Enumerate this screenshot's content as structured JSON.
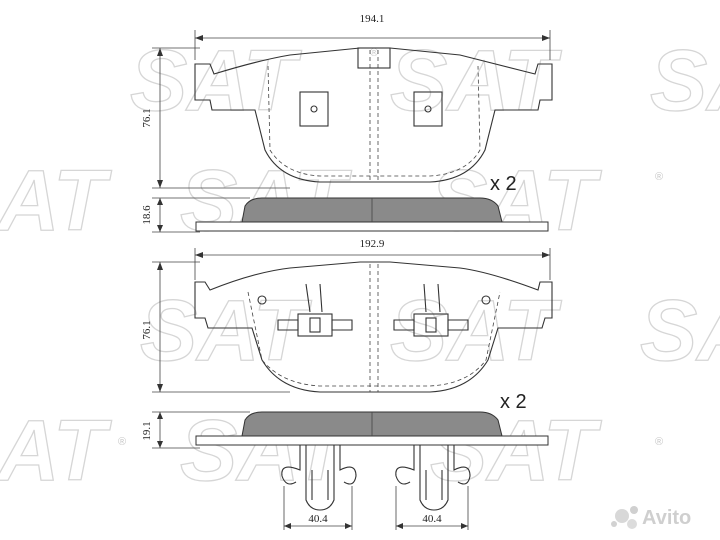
{
  "watermark": {
    "text": "SAT",
    "registered": "®"
  },
  "logo": {
    "text": "Avito"
  },
  "top_pad": {
    "width_label": "194.1",
    "height_label": "76.1",
    "thickness_label": "18.6",
    "quantity": "x 2"
  },
  "bottom_pad": {
    "width_label": "192.9",
    "height_label": "76.1",
    "thickness_label": "19.1",
    "quantity": "x 2",
    "clip_left_label": "40.4",
    "clip_right_label": "40.4"
  }
}
